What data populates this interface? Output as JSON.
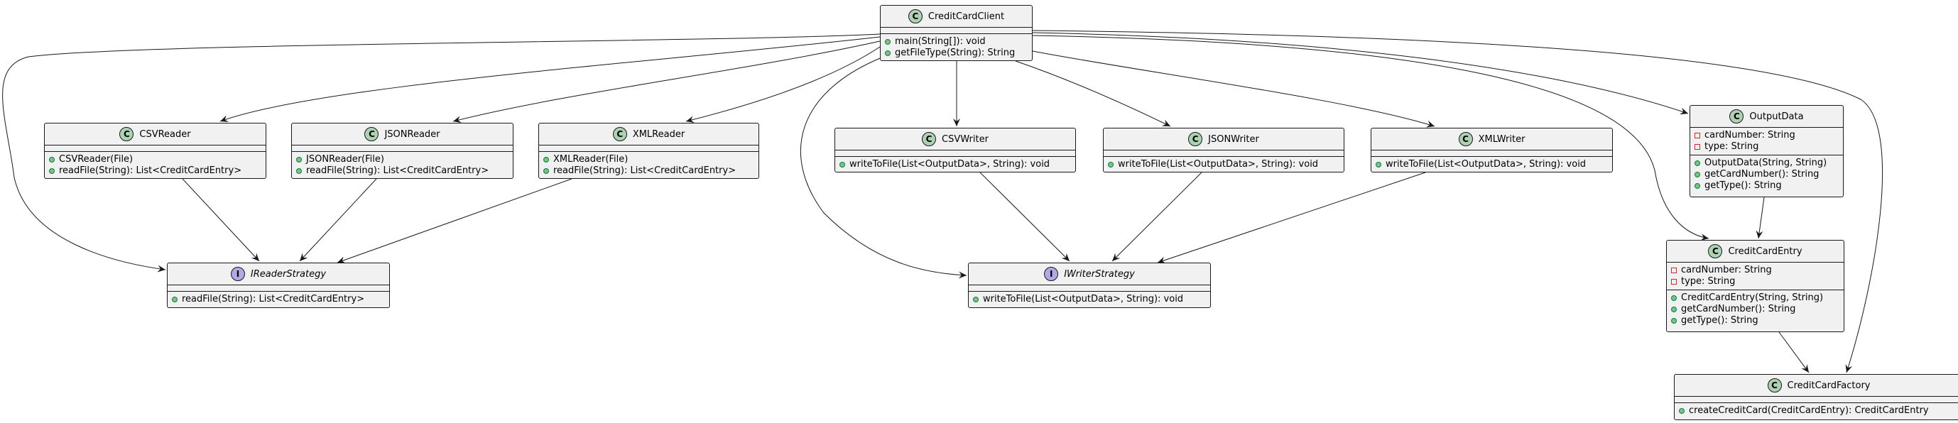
{
  "classes": {
    "creditcardclient": {
      "name": "CreditCardClient",
      "kind": "class",
      "attributes": [],
      "methods": [
        "main(String[]): void",
        "getFileType(String): String"
      ]
    },
    "csvreader": {
      "name": "CSVReader",
      "kind": "class",
      "attributes": [],
      "methods": [
        "CSVReader(File)",
        "readFile(String): List<CreditCardEntry>"
      ]
    },
    "jsonreader": {
      "name": "JSONReader",
      "kind": "class",
      "attributes": [],
      "methods": [
        "JSONReader(File)",
        "readFile(String): List<CreditCardEntry>"
      ]
    },
    "xmlreader": {
      "name": "XMLReader",
      "kind": "class",
      "attributes": [],
      "methods": [
        "XMLReader(File)",
        "readFile(String): List<CreditCardEntry>"
      ]
    },
    "csvwriter": {
      "name": "CSVWriter",
      "kind": "class",
      "attributes": [],
      "methods": [
        "writeToFile(List<OutputData>, String): void"
      ]
    },
    "jsonwriter": {
      "name": "JSONWriter",
      "kind": "class",
      "attributes": [],
      "methods": [
        "writeToFile(List<OutputData>, String): void"
      ]
    },
    "xmlwriter": {
      "name": "XMLWriter",
      "kind": "class",
      "attributes": [],
      "methods": [
        "writeToFile(List<OutputData>, String): void"
      ]
    },
    "outputdata": {
      "name": "OutputData",
      "kind": "class",
      "attributes": [
        "cardNumber: String",
        "type: String"
      ],
      "methods": [
        "OutputData(String, String)",
        "getCardNumber(): String",
        "getType(): String"
      ]
    },
    "ireaderstrategy": {
      "name": "IReaderStrategy",
      "kind": "interface",
      "attributes": [],
      "methods": [
        "readFile(String): List<CreditCardEntry>"
      ]
    },
    "iwriterstrategy": {
      "name": "IWriterStrategy",
      "kind": "interface",
      "attributes": [],
      "methods": [
        "writeToFile(List<OutputData>, String): void"
      ]
    },
    "creditcardentry": {
      "name": "CreditCardEntry",
      "kind": "class",
      "attributes": [
        "cardNumber: String",
        "type: String"
      ],
      "methods": [
        "CreditCardEntry(String, String)",
        "getCardNumber(): String",
        "getType(): String"
      ]
    },
    "creditcardfactory": {
      "name": "CreditCardFactory",
      "kind": "class",
      "attributes": [],
      "methods": [
        "createCreditCard(CreditCardEntry): CreditCardEntry"
      ]
    }
  },
  "badges": {
    "class": "C",
    "interface": "I"
  },
  "colors": {
    "class_badge": "#add1b2",
    "interface_badge": "#b4a7e5",
    "box_fill": "#f1f1f1",
    "line": "#181818",
    "public_marker": "#84be84",
    "private_marker": "#c82930"
  },
  "relations": [
    {
      "from": "CreditCardClient",
      "to": "CSVReader"
    },
    {
      "from": "CreditCardClient",
      "to": "JSONReader"
    },
    {
      "from": "CreditCardClient",
      "to": "XMLReader"
    },
    {
      "from": "CreditCardClient",
      "to": "CSVWriter"
    },
    {
      "from": "CreditCardClient",
      "to": "JSONWriter"
    },
    {
      "from": "CreditCardClient",
      "to": "XMLWriter"
    },
    {
      "from": "CreditCardClient",
      "to": "OutputData"
    },
    {
      "from": "CreditCardClient",
      "to": "IReaderStrategy"
    },
    {
      "from": "CreditCardClient",
      "to": "IWriterStrategy"
    },
    {
      "from": "CreditCardClient",
      "to": "CreditCardEntry"
    },
    {
      "from": "CreditCardClient",
      "to": "CreditCardFactory"
    },
    {
      "from": "CSVReader",
      "to": "IReaderStrategy"
    },
    {
      "from": "JSONReader",
      "to": "IReaderStrategy"
    },
    {
      "from": "XMLReader",
      "to": "IReaderStrategy"
    },
    {
      "from": "CSVWriter",
      "to": "IWriterStrategy"
    },
    {
      "from": "JSONWriter",
      "to": "IWriterStrategy"
    },
    {
      "from": "XMLWriter",
      "to": "IWriterStrategy"
    },
    {
      "from": "OutputData",
      "to": "CreditCardEntry"
    },
    {
      "from": "CreditCardEntry",
      "to": "CreditCardFactory"
    }
  ]
}
